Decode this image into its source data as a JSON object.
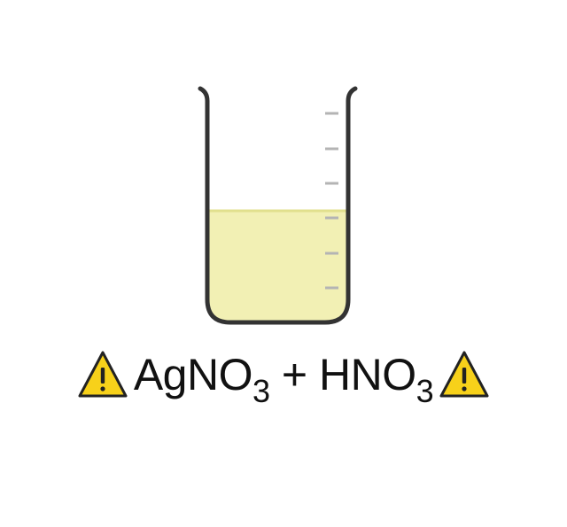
{
  "reaction": {
    "reagent1_base": "AgNO",
    "reagent1_subscript": "3",
    "operator": "+",
    "reagent2_base": "HNO",
    "reagent2_subscript": "3"
  },
  "beaker": {
    "fill_fraction": 0.5,
    "liquid_color": "#f2f0b4",
    "meniscus_color": "#e1e08d",
    "glass_color": "#333333",
    "tick_color": "#b4b4b4",
    "graduation_count": 6
  },
  "hazard": {
    "icon": "warning-triangle-icon",
    "fill_color": "#f7d11a",
    "symbol": "!"
  }
}
